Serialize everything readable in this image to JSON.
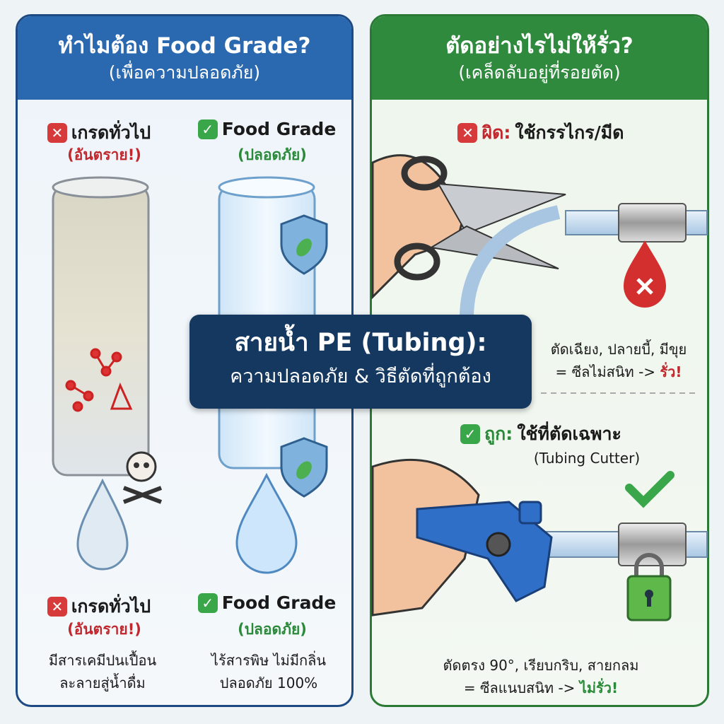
{
  "main_title": {
    "line1": "สายน้ำ PE (Tubing):",
    "line2": "ความปลอดภัย & วิธีตัดที่ถูกต้อง"
  },
  "left": {
    "title": "ทำไมต้อง Food Grade?",
    "subtitle": "(เพื่อความปลอดภัย)",
    "general": {
      "label": "เกรดทั่วไป",
      "status": "(อันตราย!)",
      "desc1": "มีสารเคมีปนเปื้อน",
      "desc2": "ละลายสู่น้ำดื่ม"
    },
    "food": {
      "label": "Food Grade",
      "status": "(ปลอดภัย)",
      "desc1": "ไร้สารพิษ ไม่มีกลิ่น",
      "desc2": "ปลอดภัย 100%"
    }
  },
  "right": {
    "title": "ตัดอย่างไรไม่ให้รั่ว?",
    "subtitle": "(เคล็ดลับอยู่ที่รอยตัด)",
    "wrong": {
      "prefix": "ผิด:",
      "label": "ใช้กรรไกร/มีด",
      "desc1": "ตัดเฉียง, ปลายบี้, มีขุย",
      "desc2": "= ซีลไม่สนิท ->",
      "result": "รั่ว!"
    },
    "right": {
      "prefix": "ถูก:",
      "label": "ใช้ที่ตัดเฉพาะ",
      "sub": "(Tubing Cutter)",
      "desc1": "ตัดตรง 90°, เรียบกริบ, สายกลม",
      "desc2": "= ซีลแนบสนิท ->",
      "result": "ไม่รั่ว!"
    }
  },
  "icons": {
    "wrong": "✕",
    "ok": "✓"
  },
  "colors": {
    "blue": "#2a68b0",
    "green": "#2f8a3e",
    "navy": "#14385f",
    "danger": "#c0282d"
  }
}
